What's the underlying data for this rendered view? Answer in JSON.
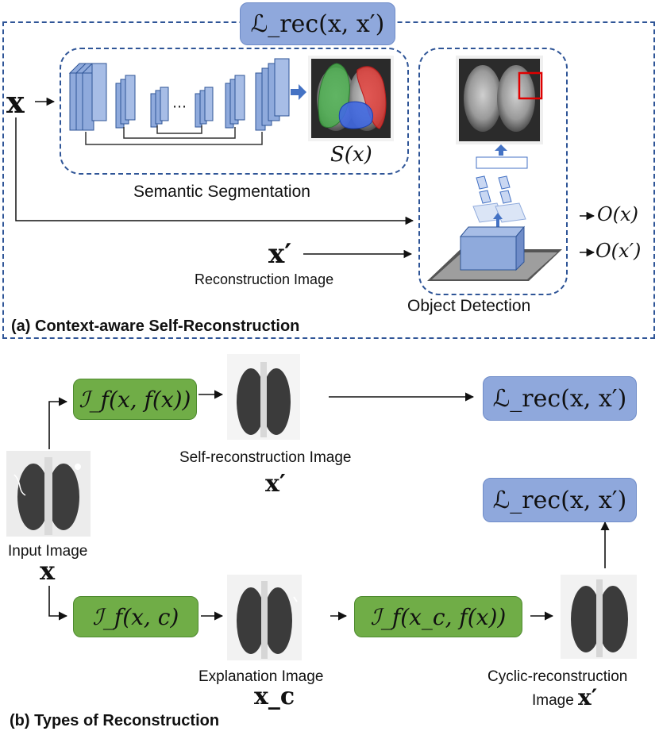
{
  "panel_a": {
    "loss_label": "ℒ_rec(x, x′)",
    "input_symbol": "x",
    "seg_output_label": "S(x)",
    "seg_caption": "Semantic Segmentation",
    "recon_symbol": "x′",
    "recon_caption": "Reconstruction Image",
    "det_caption": "Object Detection",
    "output_x": "O(x)",
    "output_xprime": "O(x′)",
    "title": "(a) Context-aware Self-Reconstruction"
  },
  "panel_b": {
    "op_self": "ℐ_f(x, f(x))",
    "op_explain": "ℐ_f(x, c)",
    "op_cyclic": "ℐ_f(x_c, f(x))",
    "loss_top": "ℒ_rec(x, x′)",
    "loss_right": "ℒ_rec(x, x′)",
    "self_recon_caption": "Self-reconstruction Image",
    "self_recon_symbol": "x′",
    "input_caption": "Input Image",
    "input_symbol": "x",
    "explain_caption": "Explanation Image",
    "explain_symbol": "x_c",
    "cyclic_caption_1": "Cyclic-reconstruction",
    "cyclic_caption_2": "Image",
    "cyclic_symbol": "x′",
    "title": "(b) Types of Reconstruction"
  },
  "colors": {
    "dash_border": "#2f5597",
    "loss_fill": "#8fa8dc",
    "op_fill": "#70ad47",
    "block_fill": "#8faadc",
    "arrow_fill": "#4472c4",
    "seg_green": "#4caf50",
    "seg_red": "#e53935",
    "seg_blue": "#4169e1",
    "det_box": "#e00000"
  }
}
